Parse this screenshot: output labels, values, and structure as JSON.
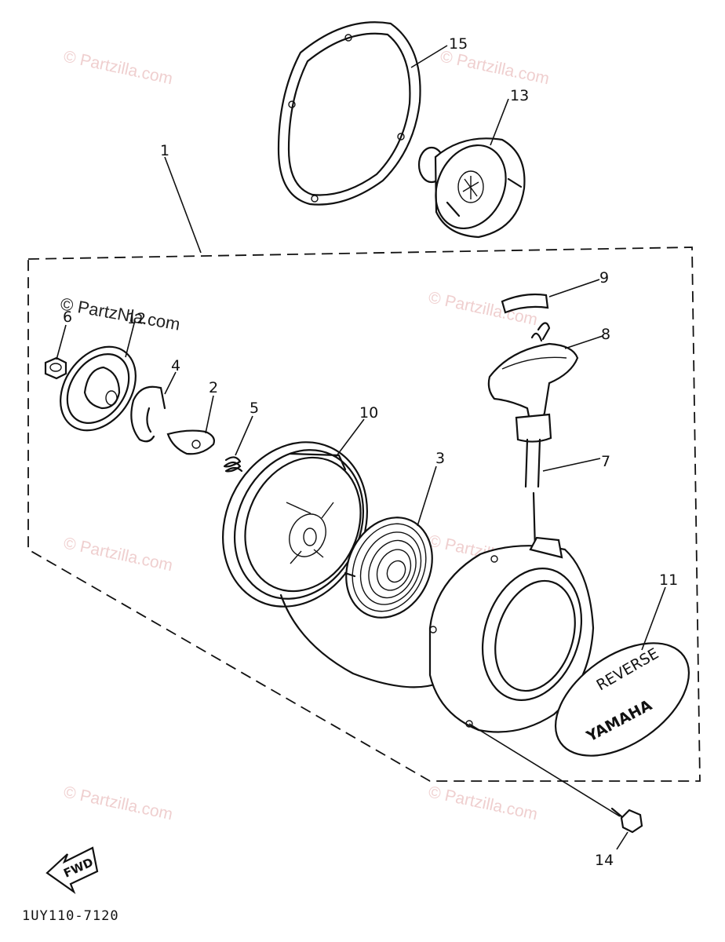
{
  "callouts": {
    "p1": "1",
    "p2": "2",
    "p3": "3",
    "p4": "4",
    "p5": "5",
    "p6": "6",
    "p7": "7",
    "p8": "8",
    "p9": "9",
    "p10": "10",
    "p11": "11",
    "p12": "12",
    "p13": "13",
    "p14": "14",
    "p15": "15"
  },
  "cover_text": {
    "reverse": "REVERSE",
    "brand": "YAMAHA"
  },
  "fwd_label": "FWD",
  "diagram_code": "1UY110-7120",
  "watermarks": {
    "plain": "© Partzilla.com",
    "main": "© PartzNla.com"
  }
}
